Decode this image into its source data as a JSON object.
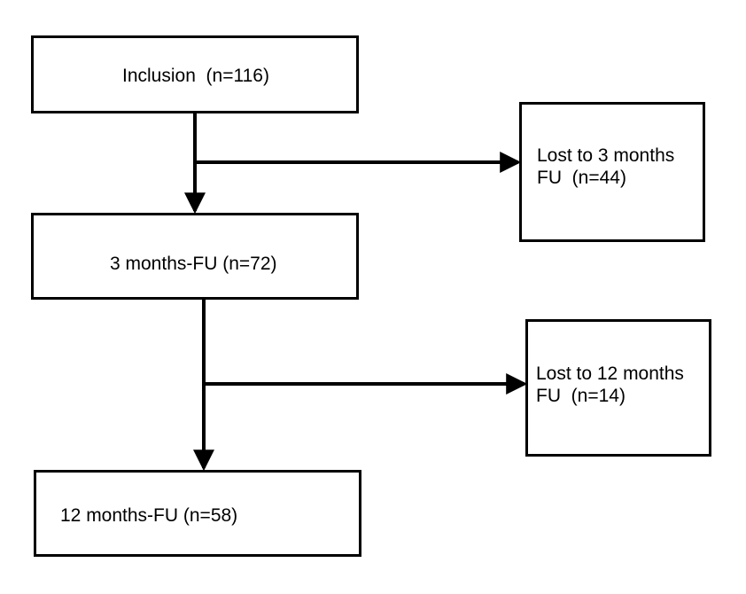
{
  "diagram": {
    "stroke_color": "#000000",
    "background_color": "#ffffff",
    "nodes": {
      "inclusion": {
        "text": "Inclusion  (n=116)"
      },
      "lost_3_months": {
        "text": "Lost to 3 months\nFU  (n=44)"
      },
      "three_months_fu": {
        "text": "3 months-FU (n=72)"
      },
      "lost_12_months": {
        "text": "Lost to 12 months\nFU  (n=14)"
      },
      "twelve_months_fu": {
        "text": "12 months-FU (n=58)"
      }
    },
    "edges": [
      {
        "from": "inclusion",
        "to": "three_months_fu"
      },
      {
        "from": "inclusion",
        "to": "lost_3_months"
      },
      {
        "from": "three_months_fu",
        "to": "twelve_months_fu"
      },
      {
        "from": "three_months_fu",
        "to": "lost_12_months"
      }
    ]
  }
}
